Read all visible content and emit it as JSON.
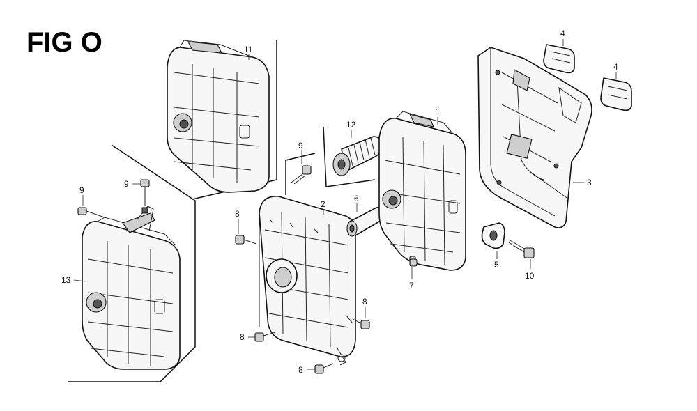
{
  "figure": {
    "title": "FIG O"
  },
  "callouts": [
    {
      "id": "c1",
      "label": "1"
    },
    {
      "id": "c2",
      "label": "2"
    },
    {
      "id": "c3",
      "label": "3"
    },
    {
      "id": "c4a",
      "label": "4"
    },
    {
      "id": "c4b",
      "label": "4"
    },
    {
      "id": "c5",
      "label": "5"
    },
    {
      "id": "c6",
      "label": "6"
    },
    {
      "id": "c7",
      "label": "7"
    },
    {
      "id": "c8a",
      "label": "8"
    },
    {
      "id": "c8b",
      "label": "8"
    },
    {
      "id": "c8c",
      "label": "8"
    },
    {
      "id": "c8d",
      "label": "8"
    },
    {
      "id": "c9a",
      "label": "9"
    },
    {
      "id": "c9b",
      "label": "9"
    },
    {
      "id": "c9c",
      "label": "9"
    },
    {
      "id": "c10",
      "label": "10"
    },
    {
      "id": "c11",
      "label": "11"
    },
    {
      "id": "c12",
      "label": "12"
    },
    {
      "id": "c13",
      "label": "13"
    }
  ]
}
